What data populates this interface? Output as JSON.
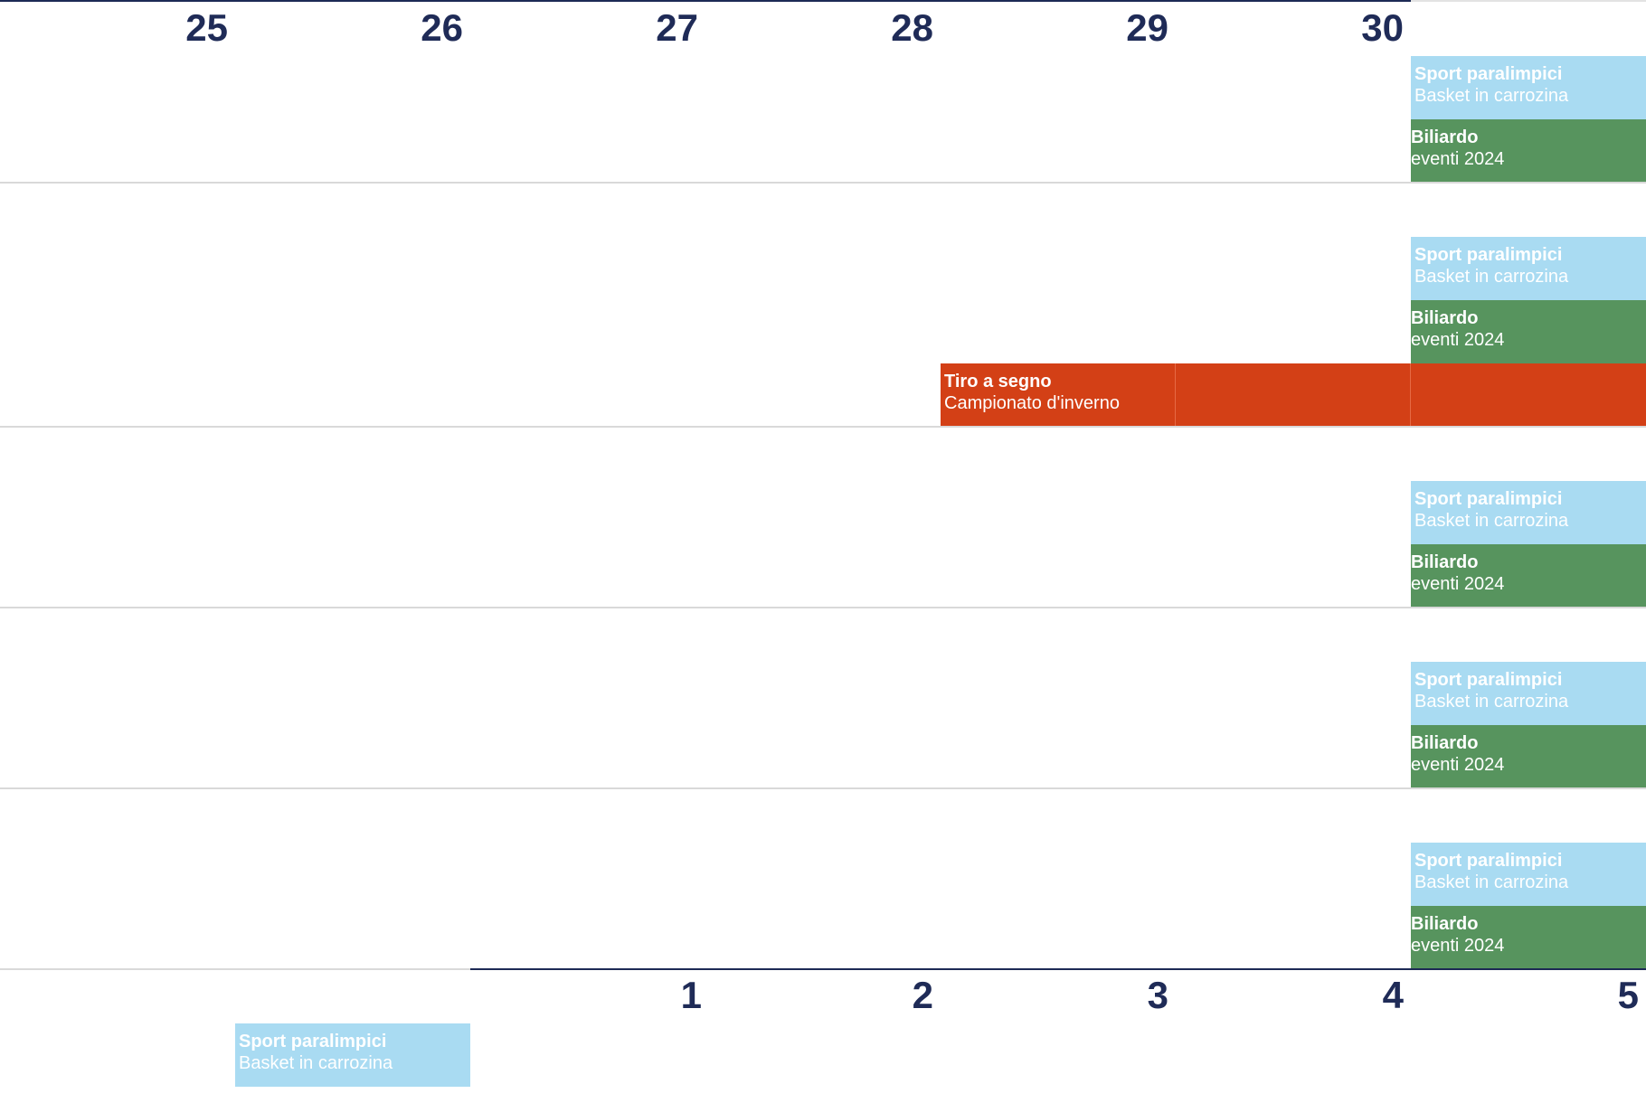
{
  "week1_days": [
    "25",
    "26",
    "27",
    "28",
    "29",
    "30"
  ],
  "week2_days": [
    "1",
    "2",
    "3",
    "4",
    "5"
  ],
  "colors": {
    "paralimpici": "#a9dbf2",
    "biliardo": "#57945e",
    "tiro": "#d34016",
    "day_number": "#1f2b57"
  },
  "events": {
    "paralimpici": {
      "title": "Sport paralimpici",
      "subtitle": "Basket in carrozina"
    },
    "biliardo": {
      "title": "Biliardo",
      "subtitle": "eventi 2024"
    },
    "tiro": {
      "title": "Tiro a segno",
      "subtitle": "Campionato d'inverno"
    }
  }
}
